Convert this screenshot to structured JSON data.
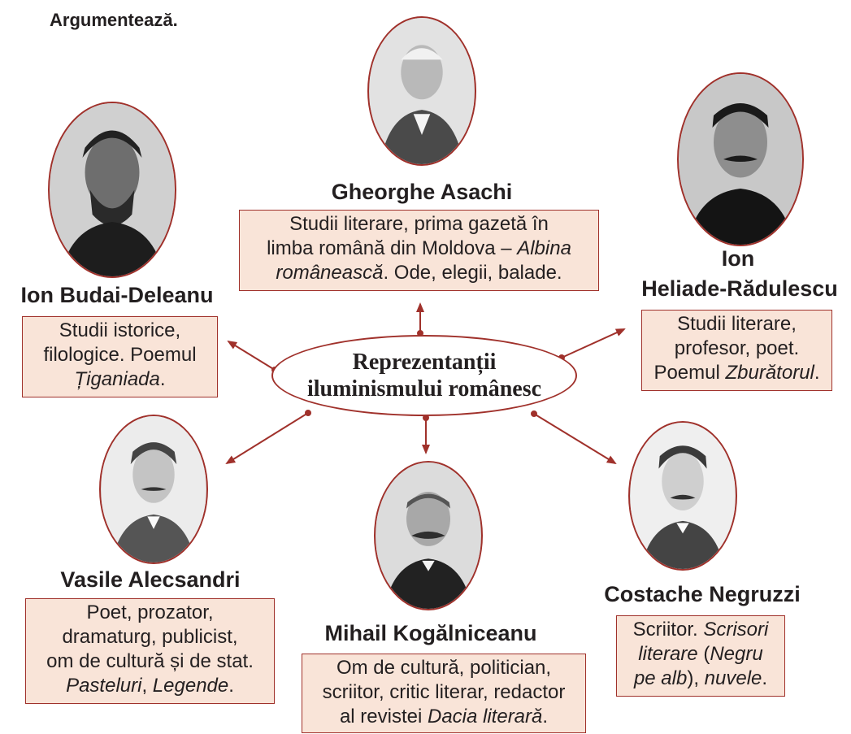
{
  "instruction": "Argumentează.",
  "center": {
    "line1": "Reprezentanții",
    "line2": "iluminismului românesc"
  },
  "persons": {
    "asachi": {
      "name": "Gheorghe Asachi",
      "desc": [
        "Studii literare, prima gazetă în",
        "limba română din Moldova – ",
        "Albina",
        "românească",
        ". Ode, elegii, balade."
      ]
    },
    "budai": {
      "name": "Ion Budai-Deleanu",
      "desc": [
        "Studii istorice,",
        "filologice. Poemul",
        "Țiganiada",
        "."
      ]
    },
    "heliade": {
      "name_line1": "Ion",
      "name_line2": "Heliade-Rădulescu",
      "desc": [
        "Studii literare,",
        "profesor, poet.",
        "Poemul ",
        "Zburătorul",
        "."
      ]
    },
    "alecsandri": {
      "name": "Vasile Alecsandri",
      "desc": [
        "Poet, prozator,",
        "dramaturg, publicist,",
        "om de cultură și de stat.",
        "Pasteluri",
        ", ",
        "Legende",
        "."
      ]
    },
    "kogalniceanu": {
      "name": "Mihail Kogălniceanu",
      "desc": [
        "Om de cultură, politician,",
        "scriitor, critic literar, redactor",
        "al revistei ",
        "Dacia literară",
        "."
      ]
    },
    "negruzzi": {
      "name": "Costache Negruzzi",
      "desc": [
        "Scriitor. ",
        "Scrisori",
        "literare",
        " (",
        "Negru",
        "pe alb",
        "), ",
        "nuvele",
        "."
      ]
    }
  },
  "colors": {
    "accent": "#a0312b",
    "box_fill": "#f9e4d8"
  }
}
